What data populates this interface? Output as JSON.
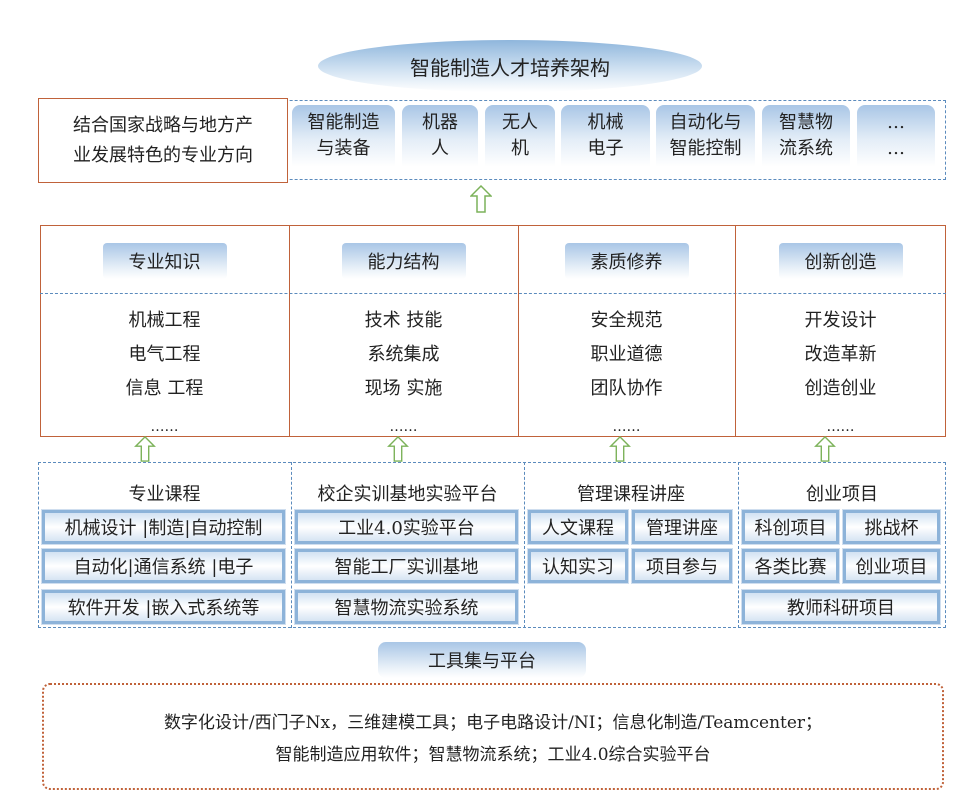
{
  "title": "智能制造人才培养架构",
  "direction": {
    "label_line1": "结合国家战略与地方产",
    "label_line2": "业发展特色的专业方向",
    "majors": [
      [
        "智能制造",
        "与装备"
      ],
      [
        "机器",
        "人"
      ],
      [
        "无人",
        "机"
      ],
      [
        "机械",
        "电子"
      ],
      [
        "自动化与",
        "智能控制"
      ],
      [
        "智慧物",
        "流系统"
      ],
      [
        "…",
        "…"
      ]
    ]
  },
  "capabilities": [
    {
      "header": "专业知识",
      "items": [
        "机械工程",
        "电气工程",
        "信息 工程"
      ],
      "more": "……"
    },
    {
      "header": "能力结构",
      "items": [
        "技术 技能",
        "系统集成",
        "现场 实施"
      ],
      "more": "……"
    },
    {
      "header": "素质修养",
      "items": [
        "安全规范",
        "职业道德",
        "团队协作"
      ],
      "more": "……"
    },
    {
      "header": "创新创造",
      "items": [
        "开发设计",
        "改造革新",
        "创造创业"
      ],
      "more": "……"
    }
  ],
  "resources": [
    {
      "header": "专业课程",
      "buttons": [
        "机械设计 |制造|自动控制",
        "自动化|通信系统 |电子",
        "软件开发 |嵌入式系统等"
      ]
    },
    {
      "header": "校企实训基地实验平台",
      "buttons": [
        "工业4.0实验平台",
        "智能工厂实训基地",
        "智慧物流实验系统"
      ]
    },
    {
      "header": "管理课程讲座",
      "buttons": [
        "人文课程",
        "管理讲座",
        "认知实习",
        "项目参与"
      ]
    },
    {
      "header": "创业项目",
      "buttons": [
        "科创项目",
        "挑战杯",
        "各类比赛",
        "创业项目",
        "教师科研项目"
      ]
    }
  ],
  "tools": {
    "label": "工具集与平台",
    "line1": "数字化设计/西门子Nx，三维建模工具；电子电路设计/NI；信息化制造/Teamcenter；",
    "line2": "智能制造应用软件；智慧物流系统；工业4.0综合实验平台"
  }
}
